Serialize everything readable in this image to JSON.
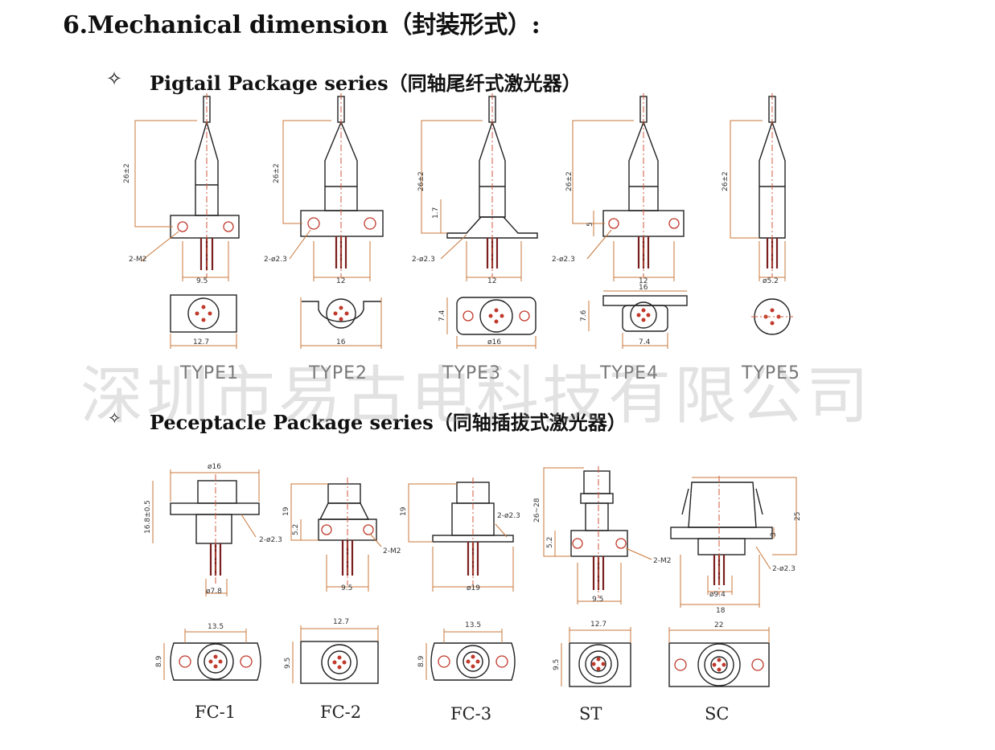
{
  "title": "6.Mechanical dimension（封装形式）:",
  "sections": {
    "pigtail": {
      "bullet": "✧",
      "title": "Pigtail Package series（同轴尾纤式激光器）"
    },
    "receptacle": {
      "bullet": "✧",
      "title": "Peceptacle Package series（同轴插拔式激光器）"
    }
  },
  "pigtail_types": [
    "TYPE1",
    "TYPE2",
    "TYPE3",
    "TYPE4",
    "TYPE5"
  ],
  "pigtail_dims": {
    "height": "26±2",
    "t1_hole": "2-M2",
    "t1_w": "9.5",
    "t1_base": "12.7",
    "t2_hole": "2-ø2.3",
    "t2_w": "12",
    "t2_base": "16",
    "t3_hole": "2-ø2.3",
    "t3_w": "12",
    "t3_h": "1.7",
    "t3_base": "ø16",
    "t3_side": "7.4",
    "t4_hole": "2-ø2.3",
    "t4_w": "12",
    "t4_h": "5",
    "t4_top": "16",
    "t4_base": "7.4",
    "t4_side": "7.6",
    "t5_w": "ø5.2"
  },
  "receptacle_types": [
    "FC-1",
    "FC-2",
    "FC-3",
    "ST",
    "SC"
  ],
  "receptacle_dims": {
    "fc1_top": "ø16",
    "fc1_h": "16.8±0.5",
    "fc1_hole": "2-ø2.3",
    "fc1_base": "ø7.8",
    "fc1_bw": "13.5",
    "fc1_bh": "8.9",
    "fc2_h": "19",
    "fc2_h2": "5.2",
    "fc2_hole": "2-M2",
    "fc2_base": "9.5",
    "fc2_bw": "12.7",
    "fc2_bh": "9.5",
    "fc3_h": "19",
    "fc3_hole": "2-ø2.3",
    "fc3_base": "ø19",
    "fc3_bw": "13.5",
    "fc3_bh": "8.9",
    "st_h": "26~28",
    "st_h2": "5.2",
    "st_hole": "2-M2",
    "st_base": "9.5",
    "st_bw": "12.7",
    "st_bh": "9.5",
    "sc_h": "25",
    "sc_h2": "3",
    "sc_hole": "2-ø2.3",
    "sc_base": "ø9.4",
    "sc_base2": "18",
    "sc_bw": "22"
  },
  "watermark": "深圳市易古电科技有限公司",
  "colors": {
    "outline": "#222222",
    "dimension": "#c8773a",
    "centerline": "#d05a3c",
    "pins": "#7a1f1f"
  }
}
